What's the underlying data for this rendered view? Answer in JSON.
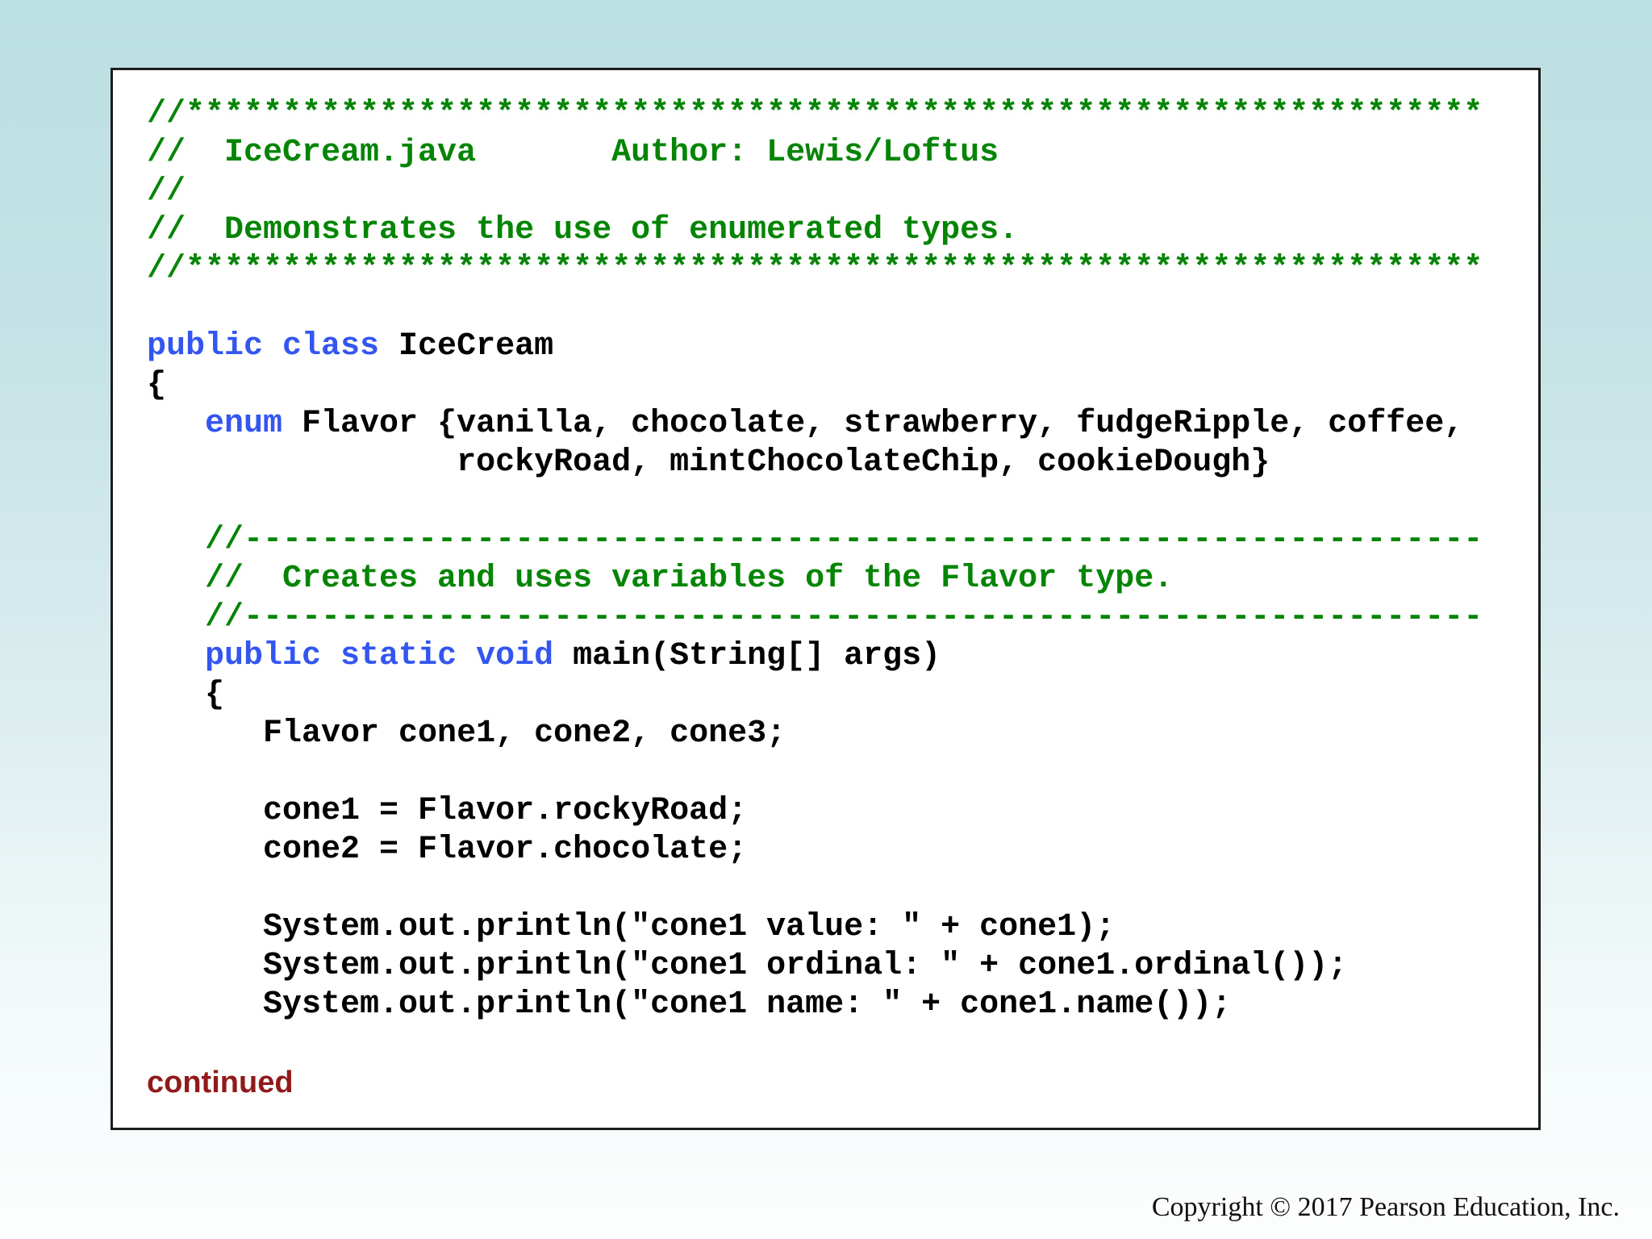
{
  "slide": {
    "colors": {
      "background_top": "#bcdfe2",
      "background_bottom": "#fdfefe",
      "box_background": "#ffffff",
      "box_border": "#1c1c1c",
      "comment": "#058405",
      "keyword": "#3456f0",
      "plain": "#000000",
      "continued": "#921919",
      "copyright": "#111111"
    },
    "code_lines": [
      [
        [
          "comment",
          "//*******************************************************************"
        ]
      ],
      [
        [
          "comment",
          "//  IceCream.java       Author: Lewis/Loftus"
        ]
      ],
      [
        [
          "comment",
          "//"
        ]
      ],
      [
        [
          "comment",
          "//  Demonstrates the use of enumerated types."
        ]
      ],
      [
        [
          "comment",
          "//*******************************************************************"
        ]
      ],
      [
        [
          "plain",
          ""
        ]
      ],
      [
        [
          "keyword",
          "public class"
        ],
        [
          "plain",
          " IceCream"
        ]
      ],
      [
        [
          "plain",
          "{"
        ]
      ],
      [
        [
          "plain",
          "   "
        ],
        [
          "keyword",
          "enum"
        ],
        [
          "plain",
          " Flavor {vanilla, chocolate, strawberry, fudgeRipple, coffee,"
        ]
      ],
      [
        [
          "plain",
          "                rockyRoad, mintChocolateChip, cookieDough}"
        ]
      ],
      [
        [
          "plain",
          ""
        ]
      ],
      [
        [
          "comment",
          "   //----------------------------------------------------------------"
        ]
      ],
      [
        [
          "comment",
          "   //  Creates and uses variables of the Flavor type."
        ]
      ],
      [
        [
          "comment",
          "   //----------------------------------------------------------------"
        ]
      ],
      [
        [
          "plain",
          "   "
        ],
        [
          "keyword",
          "public static void"
        ],
        [
          "plain",
          " main(String[] args)"
        ]
      ],
      [
        [
          "plain",
          "   {"
        ]
      ],
      [
        [
          "plain",
          "      Flavor cone1, cone2, cone3;"
        ]
      ],
      [
        [
          "plain",
          ""
        ]
      ],
      [
        [
          "plain",
          "      cone1 = Flavor.rockyRoad;"
        ]
      ],
      [
        [
          "plain",
          "      cone2 = Flavor.chocolate;"
        ]
      ],
      [
        [
          "plain",
          ""
        ]
      ],
      [
        [
          "plain",
          "      System.out.println(\"cone1 value: \" + cone1);"
        ]
      ],
      [
        [
          "plain",
          "      System.out.println(\"cone1 ordinal: \" + cone1.ordinal());"
        ]
      ],
      [
        [
          "plain",
          "      System.out.println(\"cone1 name: \" + cone1.name());"
        ]
      ]
    ],
    "continued_label": "continued",
    "footer": {
      "copyright": "Copyright © 2017 Pearson Education, Inc."
    }
  }
}
